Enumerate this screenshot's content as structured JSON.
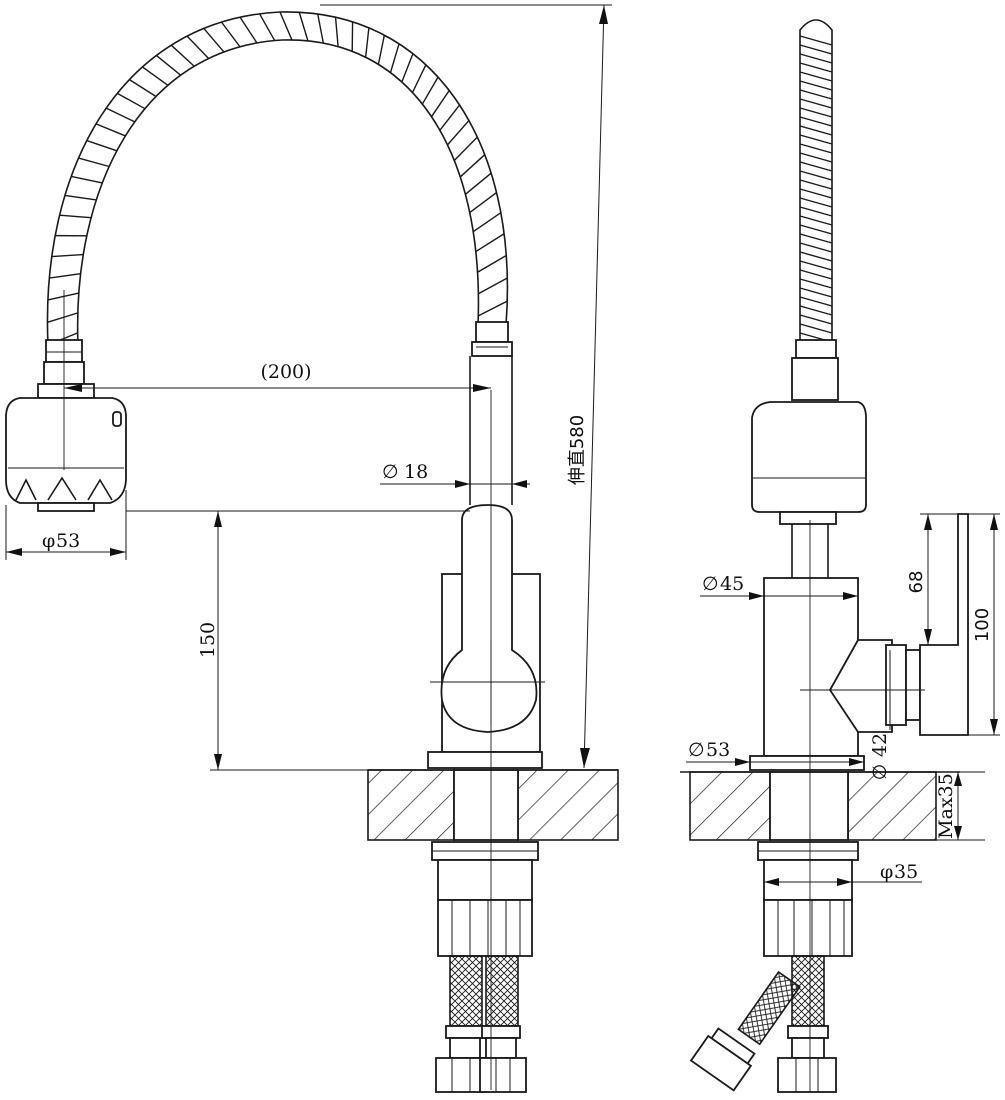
{
  "dimensions": {
    "stretch_length": "伸直580",
    "spout_reach": "(200)",
    "hose_dia": "18",
    "head_dia": "53",
    "spout_height": "150",
    "body_dia": "45",
    "lever_height": "68",
    "handle_height": "100",
    "base_dia": "53",
    "lever_dia": "42",
    "max_thickness": "Max35",
    "shank_dia": "35"
  },
  "symbols": {
    "diameter": "φ",
    "diameter_alt": "∅"
  }
}
